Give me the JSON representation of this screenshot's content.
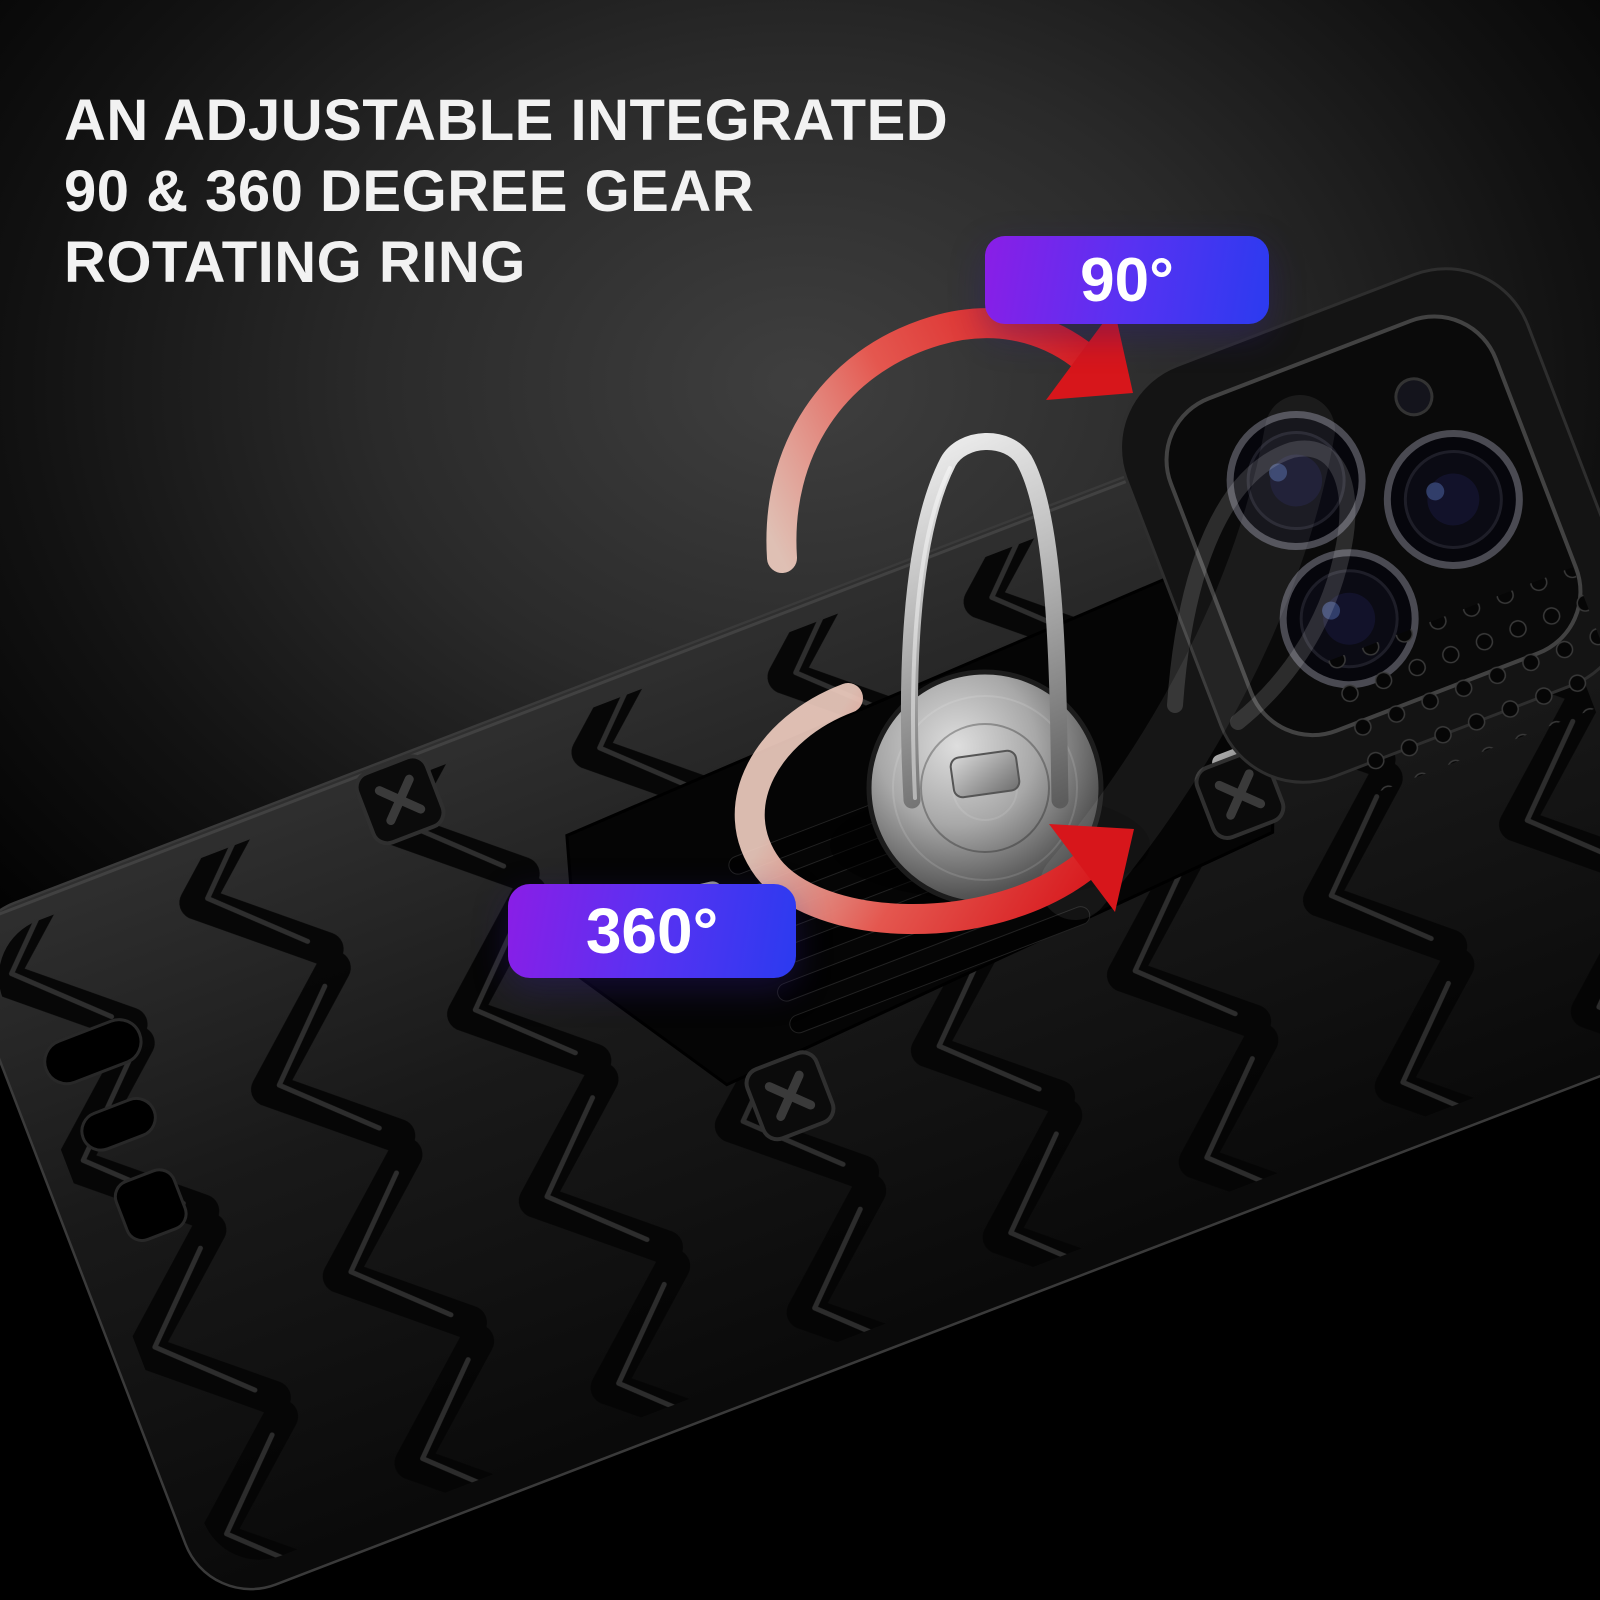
{
  "page": {
    "background_center": "#3f3f3f",
    "background_edge": "#000000"
  },
  "headline": {
    "line1": "AN ADJUSTABLE INTEGRATED",
    "line2": "90 & 360 DEGREE GEAR",
    "line3": "ROTATING RING",
    "color": "#f2f2f2"
  },
  "badges": {
    "rotation_90": {
      "label": "90°"
    },
    "rotation_360": {
      "label": "360°"
    },
    "gradient_from": "#8a1ee6",
    "gradient_to": "#2b3bf0",
    "text_color": "#ffffff"
  },
  "arrows": {
    "tail_color": "#f2cfc2",
    "head_color": "#d7161b"
  }
}
